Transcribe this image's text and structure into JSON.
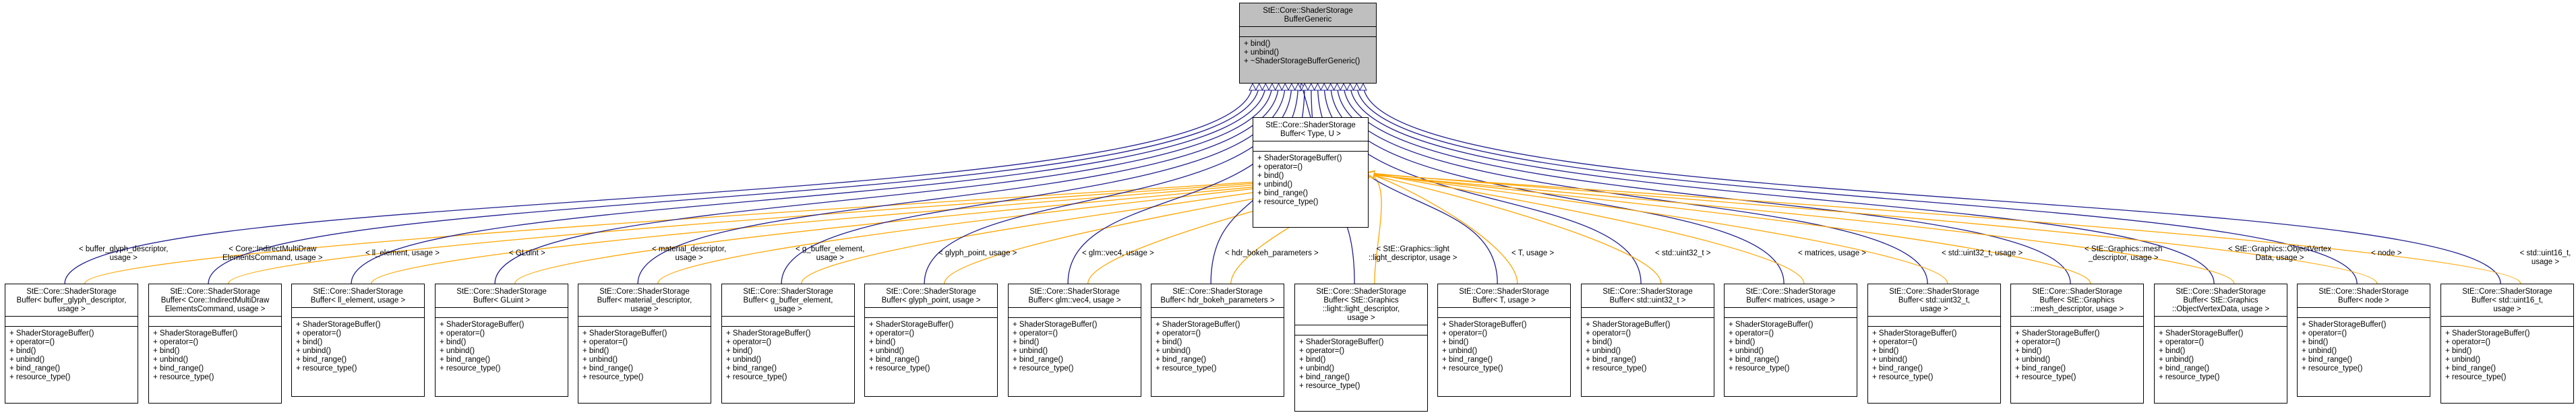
{
  "colors": {
    "inheritance": "#1f1f8f",
    "template_instance": "#ffa500",
    "base_fill": "#bfbfbf"
  },
  "base": {
    "title": "StE::Core::ShaderStorage\nBufferGeneric",
    "methods": [
      "+ bind()",
      "+ unbind()",
      "+ ~ShaderStorageBufferGeneric()"
    ]
  },
  "template": {
    "title": "StE::Core::ShaderStorage\nBuffer< Type, U >",
    "methods": [
      "+ ShaderStorageBuffer()",
      "+ operator=()",
      "+ bind()",
      "+ unbind()",
      "+ bind_range()",
      "+ resource_type()"
    ]
  },
  "instances": [
    {
      "title": "StE::Core::ShaderStorage\nBuffer< buffer_glyph_descriptor,\n usage >",
      "edge_label": "< buffer_glyph_descriptor,\n usage >",
      "methods": [
        "+ ShaderStorageBuffer()",
        "+ operator=()",
        "+ bind()",
        "+ unbind()",
        "+ bind_range()",
        "+ resource_type()"
      ]
    },
    {
      "title": "StE::Core::ShaderStorage\nBuffer< Core::IndirectMultiDraw\nElementsCommand, usage >",
      "edge_label": "< Core::IndirectMultiDraw\nElementsCommand, usage >",
      "methods": [
        "+ ShaderStorageBuffer()",
        "+ operator=()",
        "+ bind()",
        "+ unbind()",
        "+ bind_range()",
        "+ resource_type()"
      ]
    },
    {
      "title": "StE::Core::ShaderStorage\nBuffer< ll_element, usage >",
      "edge_label": "< ll_element, usage >",
      "methods": [
        "+ ShaderStorageBuffer()",
        "+ operator=()",
        "+ bind()",
        "+ unbind()",
        "+ bind_range()",
        "+ resource_type()"
      ]
    },
    {
      "title": "StE::Core::ShaderStorage\nBuffer< GLuint >",
      "edge_label": "< GLuint >",
      "methods": [
        "+ ShaderStorageBuffer()",
        "+ operator=()",
        "+ bind()",
        "+ unbind()",
        "+ bind_range()",
        "+ resource_type()"
      ]
    },
    {
      "title": "StE::Core::ShaderStorage\nBuffer< material_descriptor,\n usage >",
      "edge_label": "< material_descriptor,\n usage >",
      "methods": [
        "+ ShaderStorageBuffer()",
        "+ operator=()",
        "+ bind()",
        "+ unbind()",
        "+ bind_range()",
        "+ resource_type()"
      ]
    },
    {
      "title": "StE::Core::ShaderStorage\nBuffer< g_buffer_element,\n usage >",
      "edge_label": "< g_buffer_element,\n usage >",
      "methods": [
        "+ ShaderStorageBuffer()",
        "+ operator=()",
        "+ bind()",
        "+ unbind()",
        "+ bind_range()",
        "+ resource_type()"
      ]
    },
    {
      "title": "StE::Core::ShaderStorage\nBuffer< glyph_point, usage >",
      "edge_label": "< glyph_point, usage >",
      "methods": [
        "+ ShaderStorageBuffer()",
        "+ operator=()",
        "+ bind()",
        "+ unbind()",
        "+ bind_range()",
        "+ resource_type()"
      ]
    },
    {
      "title": "StE::Core::ShaderStorage\nBuffer< glm::vec4, usage >",
      "edge_label": "< glm::vec4, usage >",
      "methods": [
        "+ ShaderStorageBuffer()",
        "+ operator=()",
        "+ bind()",
        "+ unbind()",
        "+ bind_range()",
        "+ resource_type()"
      ]
    },
    {
      "title": "StE::Core::ShaderStorage\nBuffer< hdr_bokeh_parameters >",
      "edge_label": "< hdr_bokeh_parameters >",
      "methods": [
        "+ ShaderStorageBuffer()",
        "+ operator=()",
        "+ bind()",
        "+ unbind()",
        "+ bind_range()",
        "+ resource_type()"
      ]
    },
    {
      "title": "StE::Core::ShaderStorage\nBuffer< StE::Graphics\n::light::light_descriptor,\n usage >",
      "edge_label": "< StE::Graphics::light\n::light_descriptor, usage >",
      "methods": [
        "+ ShaderStorageBuffer()",
        "+ operator=()",
        "+ bind()",
        "+ unbind()",
        "+ bind_range()",
        "+ resource_type()"
      ]
    },
    {
      "title": "StE::Core::ShaderStorage\nBuffer< T, usage >",
      "edge_label": "< T, usage >",
      "methods": [
        "+ ShaderStorageBuffer()",
        "+ operator=()",
        "+ bind()",
        "+ unbind()",
        "+ bind_range()",
        "+ resource_type()"
      ]
    },
    {
      "title": "StE::Core::ShaderStorage\nBuffer< std::uint32_t >",
      "edge_label": "< std::uint32_t >",
      "methods": [
        "+ ShaderStorageBuffer()",
        "+ operator=()",
        "+ bind()",
        "+ unbind()",
        "+ bind_range()",
        "+ resource_type()"
      ]
    },
    {
      "title": "StE::Core::ShaderStorage\nBuffer< matrices, usage >",
      "edge_label": "< matrices, usage >",
      "methods": [
        "+ ShaderStorageBuffer()",
        "+ operator=()",
        "+ bind()",
        "+ unbind()",
        "+ bind_range()",
        "+ resource_type()"
      ]
    },
    {
      "title": "StE::Core::ShaderStorage\nBuffer< std::uint32_t,\n usage >",
      "edge_label": "< std::uint32_t, usage >",
      "methods": [
        "+ ShaderStorageBuffer()",
        "+ operator=()",
        "+ bind()",
        "+ unbind()",
        "+ bind_range()",
        "+ resource_type()"
      ]
    },
    {
      "title": "StE::Core::ShaderStorage\nBuffer< StE::Graphics\n::mesh_descriptor, usage >",
      "edge_label": "< StE::Graphics::mesh\n_descriptor, usage >",
      "methods": [
        "+ ShaderStorageBuffer()",
        "+ operator=()",
        "+ bind()",
        "+ unbind()",
        "+ bind_range()",
        "+ resource_type()"
      ]
    },
    {
      "title": "StE::Core::ShaderStorage\nBuffer< StE::Graphics\n::ObjectVertexData, usage >",
      "edge_label": "< StE::Graphics::ObjectVertex\nData, usage >",
      "methods": [
        "+ ShaderStorageBuffer()",
        "+ operator=()",
        "+ bind()",
        "+ unbind()",
        "+ bind_range()",
        "+ resource_type()"
      ]
    },
    {
      "title": "StE::Core::ShaderStorage\nBuffer< node >",
      "edge_label": "< node >",
      "methods": [
        "+ ShaderStorageBuffer()",
        "+ operator=()",
        "+ bind()",
        "+ unbind()",
        "+ bind_range()",
        "+ resource_type()"
      ]
    },
    {
      "title": "StE::Core::ShaderStorage\nBuffer< std::uint16_t,\n usage >",
      "edge_label": "< std::uint16_t, usage >",
      "methods": [
        "+ ShaderStorageBuffer()",
        "+ operator=()",
        "+ bind()",
        "+ unbind()",
        "+ bind_range()",
        "+ resource_type()"
      ]
    }
  ]
}
